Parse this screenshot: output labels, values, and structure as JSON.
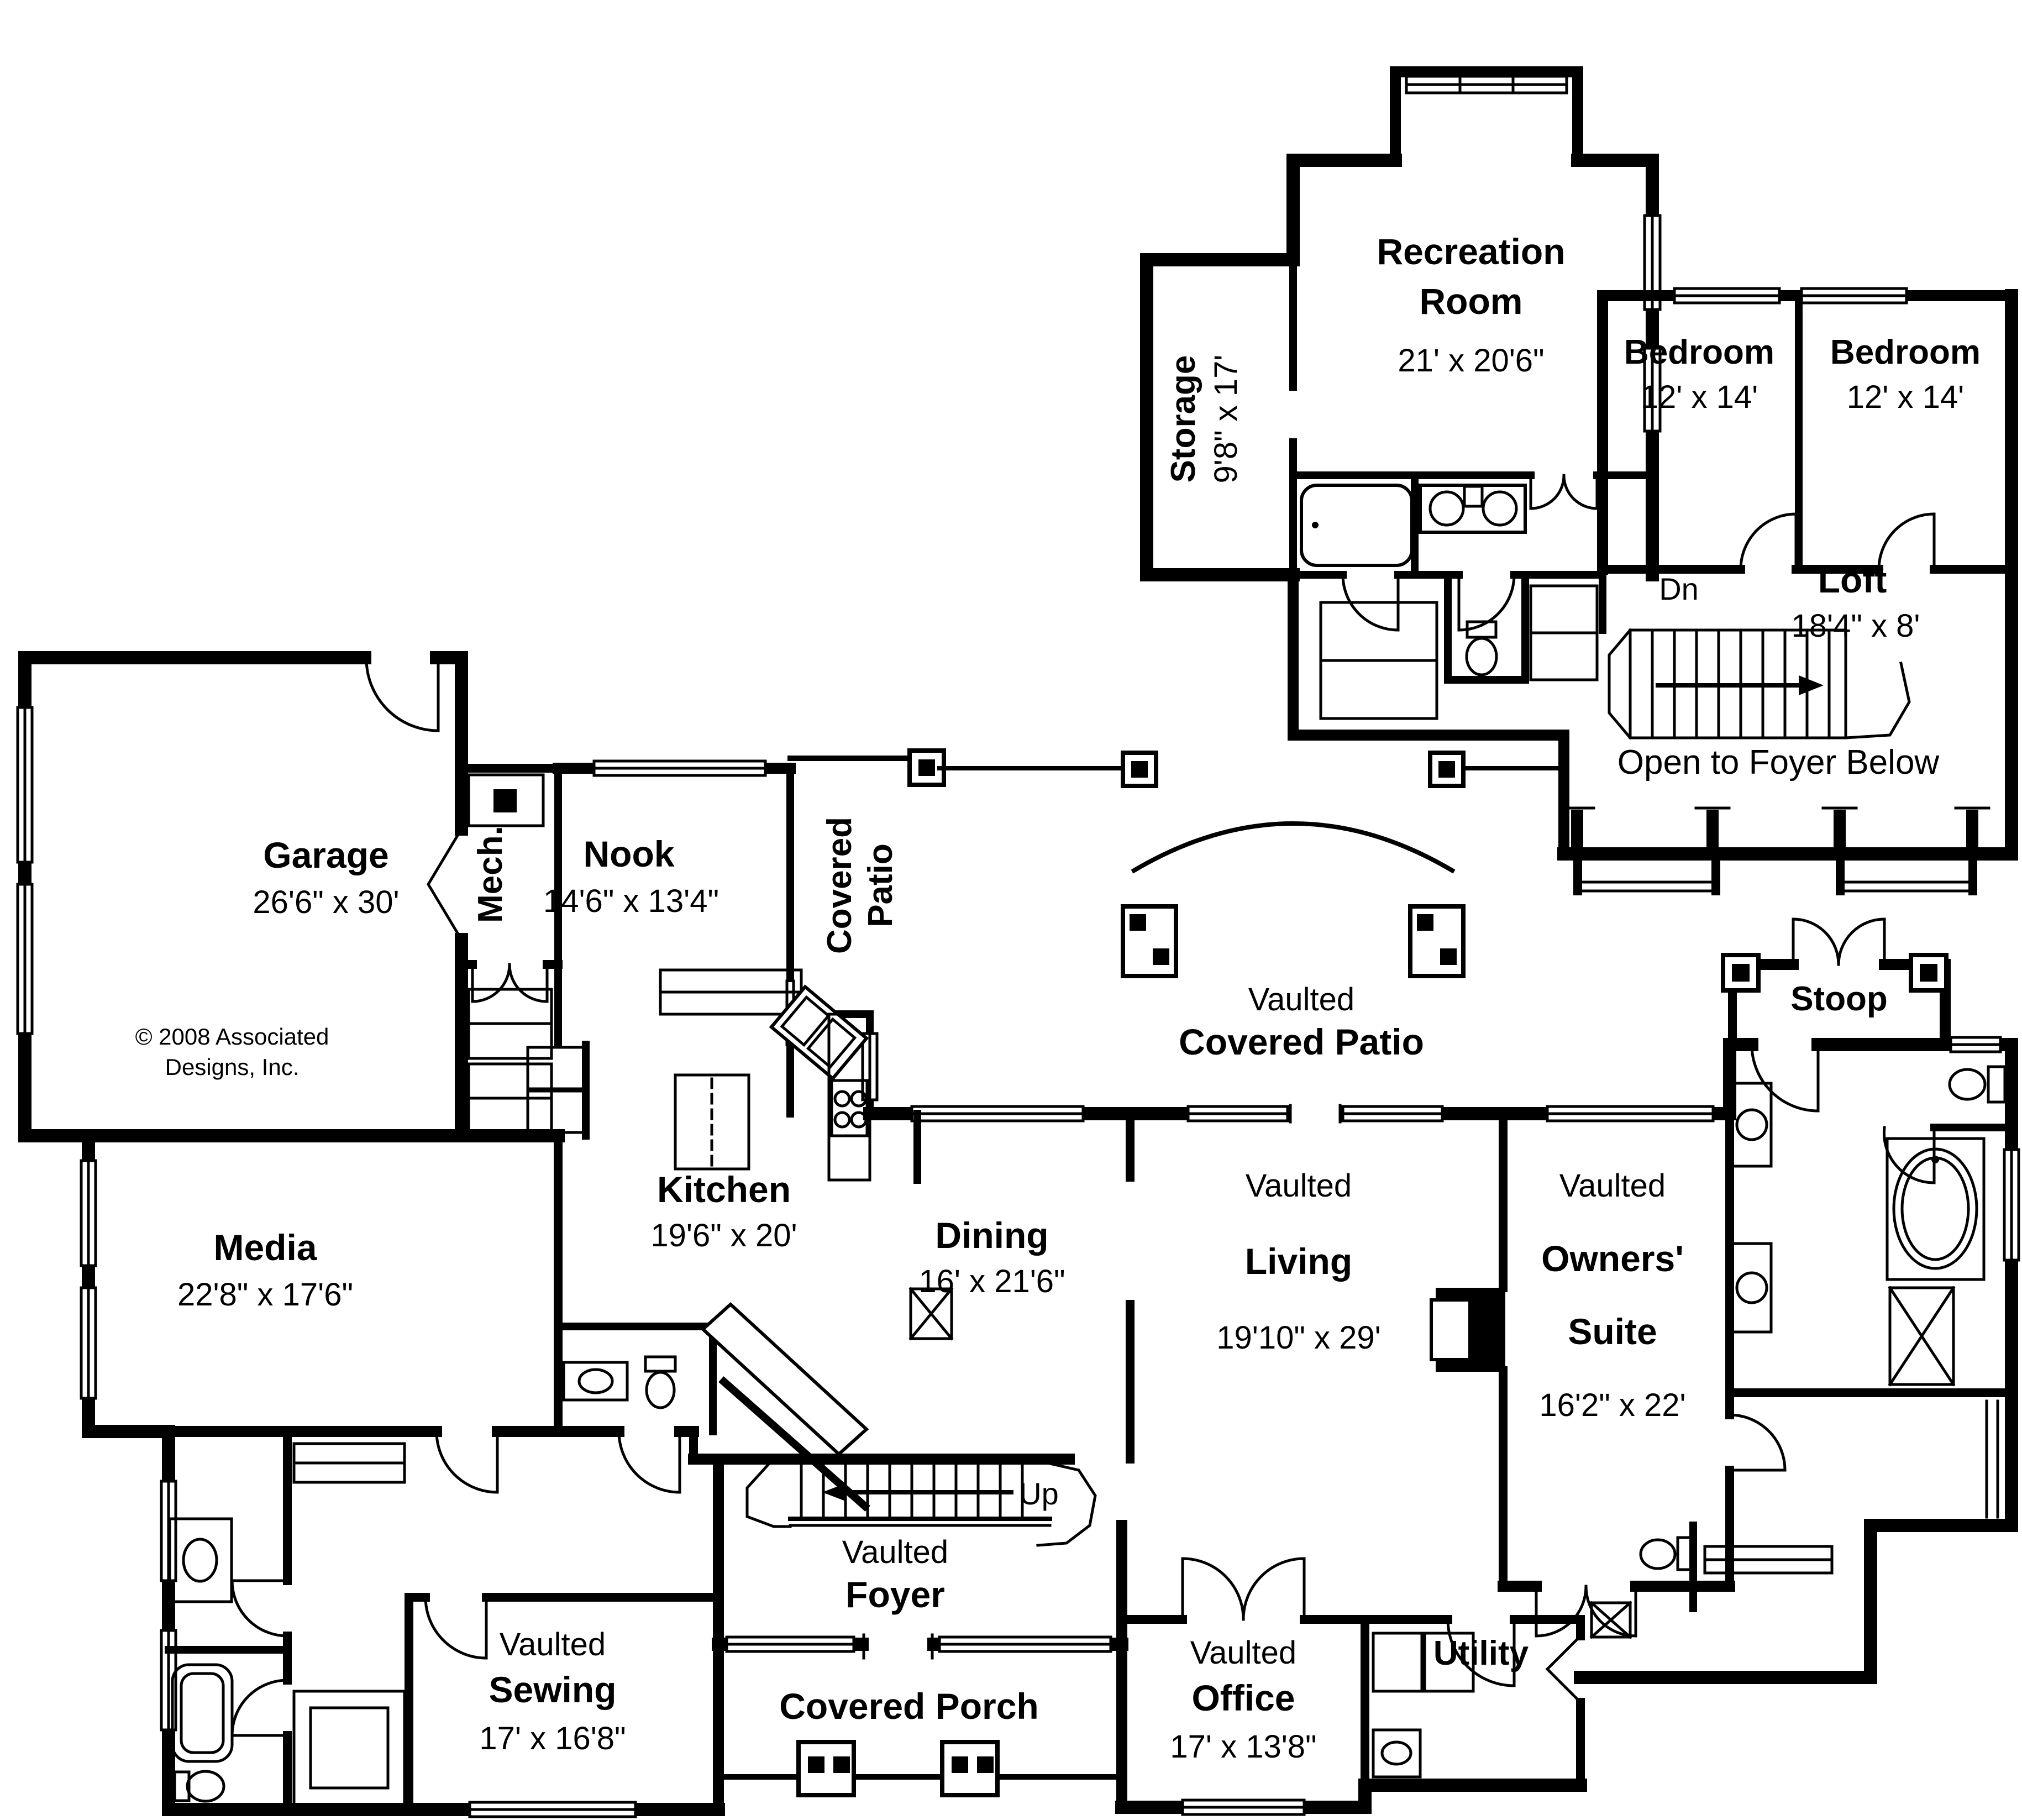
{
  "document": {
    "type": "architectural-floor-plan",
    "paper_color": "#ffffff",
    "ink_color": "#000000"
  },
  "upper_floor": {
    "recreation": {
      "name1": "Recreation",
      "name2": "Room",
      "dims": "21' x 20'6\""
    },
    "storage": {
      "name": "Storage",
      "dims": "9'8\" x 17'"
    },
    "bedroom_left": {
      "name": "Bedroom",
      "dims": "12' x 14'"
    },
    "bedroom_right": {
      "name": "Bedroom",
      "dims": "12' x 14'"
    },
    "loft": {
      "name": "Loft",
      "dims": "18'4\" x 8'"
    },
    "stairs_label": "Dn",
    "open_below": "Open to Foyer Below"
  },
  "main_floor": {
    "garage": {
      "name": "Garage",
      "dims": "26'6\" x 30'"
    },
    "mech": {
      "name": "Mech."
    },
    "nook": {
      "name": "Nook",
      "dims": "14'6\" x 13'4\""
    },
    "covered_patio_small": {
      "line1": "Covered",
      "line2": "Patio"
    },
    "covered_patio_large": {
      "prefix": "Vaulted",
      "name": "Covered Patio"
    },
    "stoop": {
      "name": "Stoop"
    },
    "media": {
      "name": "Media",
      "dims": "22'8\" x 17'6\""
    },
    "kitchen": {
      "name": "Kitchen",
      "dims": "19'6\" x 20'"
    },
    "dining": {
      "name": "Dining",
      "dims": "16' x 21'6\""
    },
    "living": {
      "prefix": "Vaulted",
      "name": "Living",
      "dims": "19'10\" x 29'"
    },
    "owners_suite": {
      "prefix": "Vaulted",
      "name1": "Owners'",
      "name2": "Suite",
      "dims": "16'2\" x 22'"
    },
    "sewing": {
      "prefix": "Vaulted",
      "name": "Sewing",
      "dims": "17' x 16'8\""
    },
    "foyer": {
      "prefix": "Vaulted",
      "name": "Foyer"
    },
    "stairs_label": "Up",
    "covered_porch": {
      "name": "Covered Porch"
    },
    "office": {
      "prefix": "Vaulted",
      "name": "Office",
      "dims": "17' x 13'8\""
    },
    "utility": {
      "name": "Utility"
    }
  },
  "copyright": {
    "line1": "© 2008 Associated",
    "line2": "Designs, Inc."
  }
}
